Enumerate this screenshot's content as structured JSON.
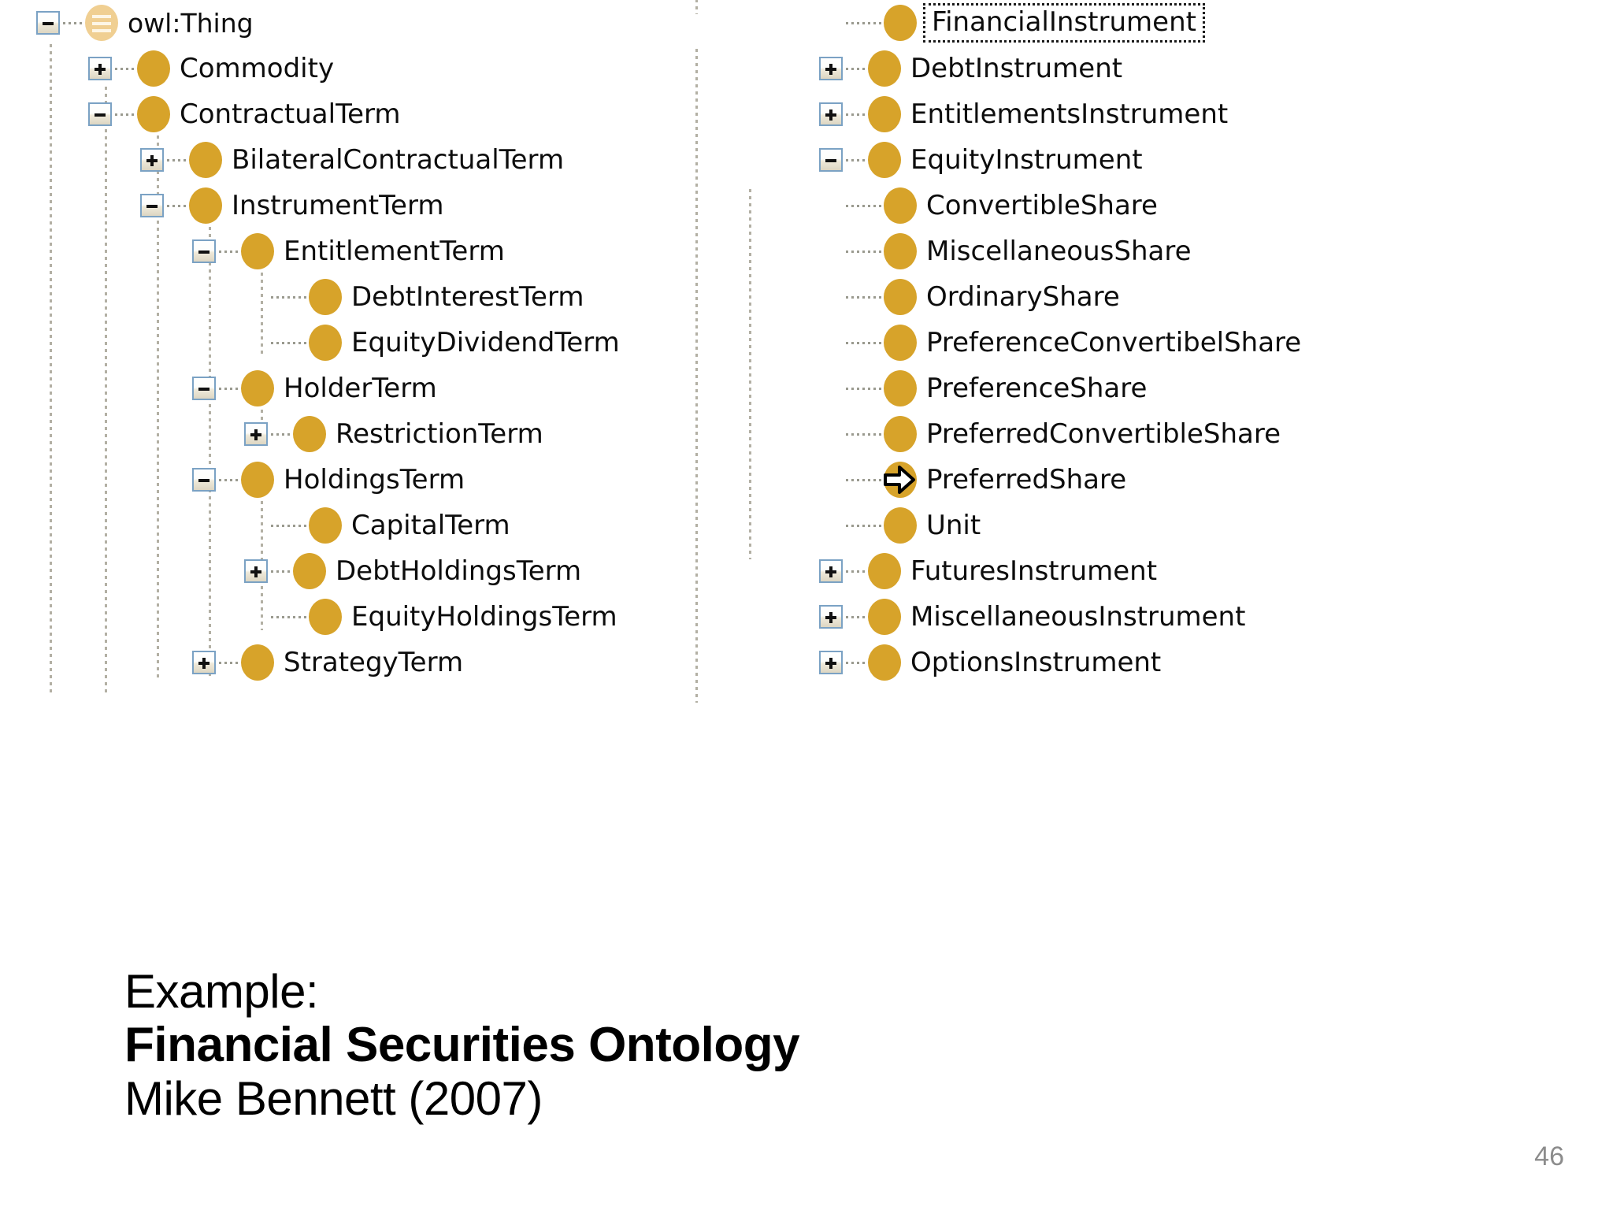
{
  "slide": {
    "page_number": "46",
    "caption": {
      "line1": "Example:",
      "line2": "Financial Securities Ontology",
      "line3": "Mike Bennett (2007)"
    }
  },
  "colors": {
    "class_bullet": "#d7a32a",
    "root_bullet": "#f0cf92",
    "expander_border": "#7ba2c4",
    "tree_line": "#b3b0a4",
    "text": "#0d0d0d",
    "page_number": "#8c8c8c"
  },
  "left_tree": {
    "nodes": [
      {
        "label": "owl:Thing",
        "depth": 0,
        "expander": "minus",
        "icon": "ontology-root-icon",
        "selected": false
      },
      {
        "label": "Commodity",
        "depth": 1,
        "expander": "plus",
        "icon": "class-bullet-icon",
        "selected": false
      },
      {
        "label": "ContractualTerm",
        "depth": 1,
        "expander": "minus",
        "icon": "class-bullet-icon",
        "selected": false
      },
      {
        "label": "BilateralContractualTerm",
        "depth": 2,
        "expander": "plus",
        "icon": "class-bullet-icon",
        "selected": false
      },
      {
        "label": "InstrumentTerm",
        "depth": 2,
        "expander": "minus",
        "icon": "class-bullet-icon",
        "selected": false
      },
      {
        "label": "EntitlementTerm",
        "depth": 3,
        "expander": "minus",
        "icon": "class-bullet-icon",
        "selected": false
      },
      {
        "label": "DebtInterestTerm",
        "depth": 4,
        "expander": "none",
        "icon": "class-bullet-icon",
        "selected": false
      },
      {
        "label": "EquityDividendTerm",
        "depth": 4,
        "expander": "none",
        "icon": "class-bullet-icon",
        "selected": false
      },
      {
        "label": "HolderTerm",
        "depth": 3,
        "expander": "minus",
        "icon": "class-bullet-icon",
        "selected": false
      },
      {
        "label": "RestrictionTerm",
        "depth": 4,
        "expander": "plus",
        "icon": "class-bullet-icon",
        "selected": false
      },
      {
        "label": "HoldingsTerm",
        "depth": 3,
        "expander": "minus",
        "icon": "class-bullet-icon",
        "selected": false
      },
      {
        "label": "CapitalTerm",
        "depth": 4,
        "expander": "none",
        "icon": "class-bullet-icon",
        "selected": false
      },
      {
        "label": "DebtHoldingsTerm",
        "depth": 4,
        "expander": "plus",
        "icon": "class-bullet-icon",
        "selected": false
      },
      {
        "label": "EquityHoldingsTerm",
        "depth": 4,
        "expander": "none",
        "icon": "class-bullet-icon",
        "selected": false
      },
      {
        "label": "StrategyTerm",
        "depth": 3,
        "expander": "plus",
        "icon": "class-bullet-icon",
        "selected": false
      }
    ]
  },
  "right_tree": {
    "nodes": [
      {
        "label": "FinancialInstrument",
        "depth": 0,
        "expander": "none",
        "icon": "class-bullet-icon",
        "selected": true,
        "cursor": false
      },
      {
        "label": "DebtInstrument",
        "depth": 1,
        "expander": "plus",
        "icon": "class-bullet-icon",
        "selected": false,
        "cursor": false
      },
      {
        "label": "EntitlementsInstrument",
        "depth": 1,
        "expander": "plus",
        "icon": "class-bullet-icon",
        "selected": false,
        "cursor": false
      },
      {
        "label": "EquityInstrument",
        "depth": 1,
        "expander": "minus",
        "icon": "class-bullet-icon",
        "selected": false,
        "cursor": false
      },
      {
        "label": "ConvertibleShare",
        "depth": 2,
        "expander": "none",
        "icon": "class-bullet-icon",
        "selected": false,
        "cursor": false
      },
      {
        "label": "MiscellaneousShare",
        "depth": 2,
        "expander": "none",
        "icon": "class-bullet-icon",
        "selected": false,
        "cursor": false
      },
      {
        "label": "OrdinaryShare",
        "depth": 2,
        "expander": "none",
        "icon": "class-bullet-icon",
        "selected": false,
        "cursor": false
      },
      {
        "label": "PreferenceConvertibelShare",
        "depth": 2,
        "expander": "none",
        "icon": "class-bullet-icon",
        "selected": false,
        "cursor": false
      },
      {
        "label": "PreferenceShare",
        "depth": 2,
        "expander": "none",
        "icon": "class-bullet-icon",
        "selected": false,
        "cursor": false
      },
      {
        "label": "PreferredConvertibleShare",
        "depth": 2,
        "expander": "none",
        "icon": "class-bullet-icon",
        "selected": false,
        "cursor": false
      },
      {
        "label": "PreferredShare",
        "depth": 2,
        "expander": "none",
        "icon": "class-bullet-icon",
        "selected": false,
        "cursor": true
      },
      {
        "label": "Unit",
        "depth": 2,
        "expander": "none",
        "icon": "class-bullet-icon",
        "selected": false,
        "cursor": false
      },
      {
        "label": "FuturesInstrument",
        "depth": 1,
        "expander": "plus",
        "icon": "class-bullet-icon",
        "selected": false,
        "cursor": false
      },
      {
        "label": "MiscellaneousInstrument",
        "depth": 1,
        "expander": "plus",
        "icon": "class-bullet-icon",
        "selected": false,
        "cursor": false
      },
      {
        "label": "OptionsInstrument",
        "depth": 1,
        "expander": "plus",
        "icon": "class-bullet-icon",
        "selected": false,
        "cursor": false
      }
    ]
  }
}
